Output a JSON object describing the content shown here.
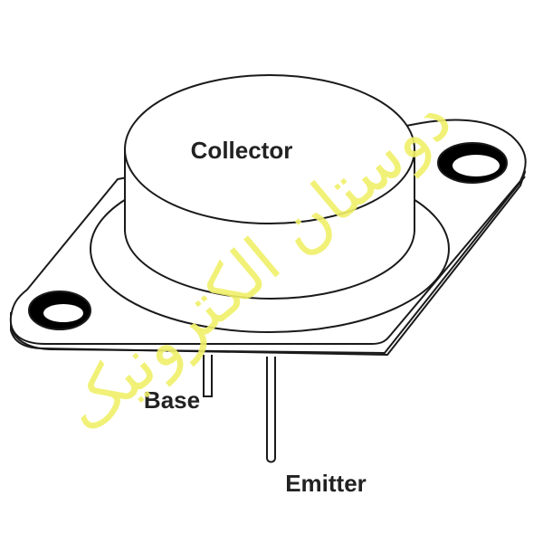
{
  "diagram": {
    "labels": {
      "collector": "Collector",
      "base": "Base",
      "emitter": "Emitter"
    },
    "watermark": {
      "text": "دوستان الکترونیک",
      "color": "#f0f06a"
    },
    "colors": {
      "outline": "#1a1a1a",
      "hole_fill": "#000000",
      "background": "#ffffff"
    }
  }
}
